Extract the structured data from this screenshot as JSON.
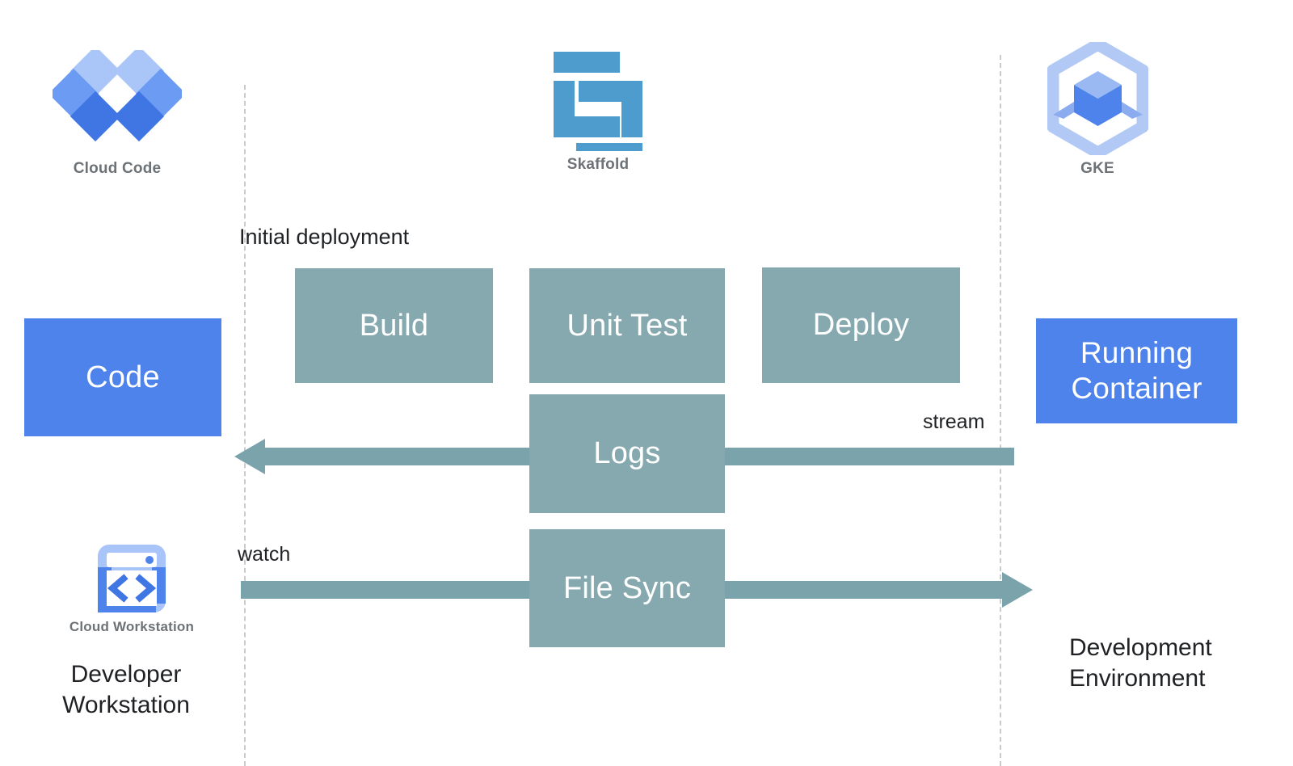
{
  "diagram": {
    "title": "Cloud Code / Skaffold / GKE development loop",
    "colors": {
      "blue_box": "#4e83ec",
      "stage_box": "#86a9af",
      "arrow": "#7ba3ab",
      "dashed_boundary": "#c9cbcd",
      "caption_text": "#6d7276",
      "body_text": "#1f2124",
      "skaffold_blue": "#4d9ccd",
      "gke_light_blue": "#b3c9f5",
      "gke_mid_blue": "#8cacf0",
      "gke_dark_blue": "#4e83ec",
      "cloudcode_light": "#aac5f7",
      "cloudcode_mid": "#6b9bf2",
      "cloudcode_dark": "#3f76e4"
    }
  },
  "logos": [
    {
      "id": "cloud-code",
      "caption": "Cloud Code",
      "icon": "cloud-code-diamonds-icon"
    },
    {
      "id": "skaffold",
      "caption": "Skaffold",
      "icon": "skaffold-s-icon"
    },
    {
      "id": "gke",
      "caption": "GKE",
      "icon": "gke-hexagon-cube-icon"
    },
    {
      "id": "cloud-workstation",
      "caption": "Cloud Workstation",
      "icon": "cloud-workstation-code-window-icon"
    }
  ],
  "endpoints": [
    {
      "id": "code",
      "label": "Code",
      "color": "#4e83ec"
    },
    {
      "id": "running-container",
      "label": "Running\nContainer",
      "color": "#4e83ec"
    }
  ],
  "stages": [
    {
      "id": "build",
      "label": "Build"
    },
    {
      "id": "unit-test",
      "label": "Unit Test"
    },
    {
      "id": "deploy",
      "label": "Deploy"
    },
    {
      "id": "logs",
      "label": "Logs"
    },
    {
      "id": "file-sync",
      "label": "File Sync"
    }
  ],
  "flow_labels": {
    "initial_deployment": "Initial deployment",
    "stream": "stream",
    "watch": "watch"
  },
  "zones": [
    {
      "id": "developer-workstation",
      "label": "Developer\nWorkstation"
    },
    {
      "id": "development-environment",
      "label": "Development\nEnvironment"
    }
  ],
  "arrows": [
    {
      "id": "logs-arrow",
      "direction": "left",
      "label": "stream",
      "from": "running-container",
      "to": "code"
    },
    {
      "id": "filesync-arrow",
      "direction": "right",
      "label": "watch",
      "from": "code",
      "to": "running-container"
    }
  ]
}
